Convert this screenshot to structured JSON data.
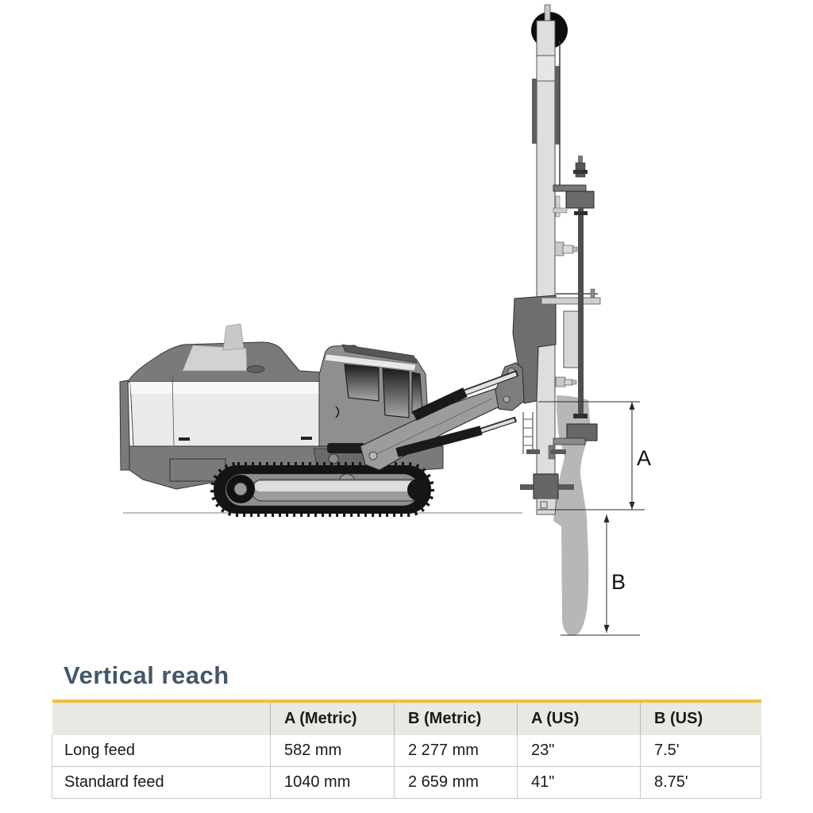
{
  "diagram": {
    "illustration_alt": "Tracked surface drill rig, side view, with vertical feed mast and below-ground feed silhouette",
    "dimension_labels": {
      "a": "A",
      "b": "B"
    }
  },
  "section": {
    "title": "Vertical reach"
  },
  "table": {
    "columns": [
      {
        "label": ""
      },
      {
        "label": "A (Metric)"
      },
      {
        "label": "B (Metric)"
      },
      {
        "label": "A (US)"
      },
      {
        "label": "B (US)"
      }
    ],
    "rows": [
      {
        "label": "Long feed",
        "a_metric": "582 mm",
        "b_metric": "2 277 mm",
        "a_us": "23\"",
        "b_us": "7.5'"
      },
      {
        "label": "Standard feed",
        "a_metric": "1040 mm",
        "b_metric": "2 659 mm",
        "a_us": "41\"",
        "b_us": "8.75'"
      }
    ]
  },
  "theme": {
    "accent_yellow": "#efc13e",
    "title_color": "#44566a",
    "header_bg": "#e9e8e3",
    "border_gray": "#c9c9c9"
  }
}
